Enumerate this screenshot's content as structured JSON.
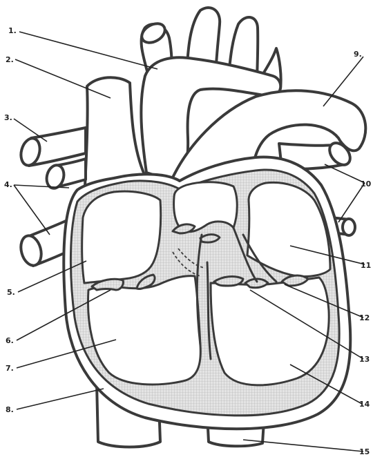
{
  "labels": {
    "l1": "1.",
    "l2": "2.",
    "l3": "3.",
    "l4": "4.",
    "l5": "5.",
    "l6": "6.",
    "l7": "7.",
    "l8": "8.",
    "l9": "9.",
    "l10": "10",
    "l11": "11",
    "l12": "12",
    "l13": "13",
    "l14": "14",
    "l15": "15"
  },
  "colors": {
    "outline": "#3a3a3a",
    "muscle_fill": "#d7d7d7",
    "background": "#ffffff"
  }
}
